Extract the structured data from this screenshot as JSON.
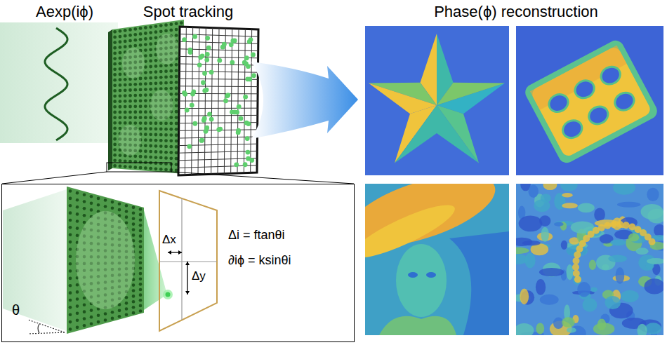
{
  "diagram": {
    "nodes": [
      {
        "text": [
          "θ",
          "Δi = ftanθi",
          "∂iϕ = ksinθi"
        ]
      },
      {
        "text": [
          "Δx",
          "Δy"
        ],
        "in": 0
      }
    ],
    "labels": [
      "Aexp(iϕ)",
      "Spot tracking",
      "Phase(ϕ) reconstruction"
    ]
  }
}
